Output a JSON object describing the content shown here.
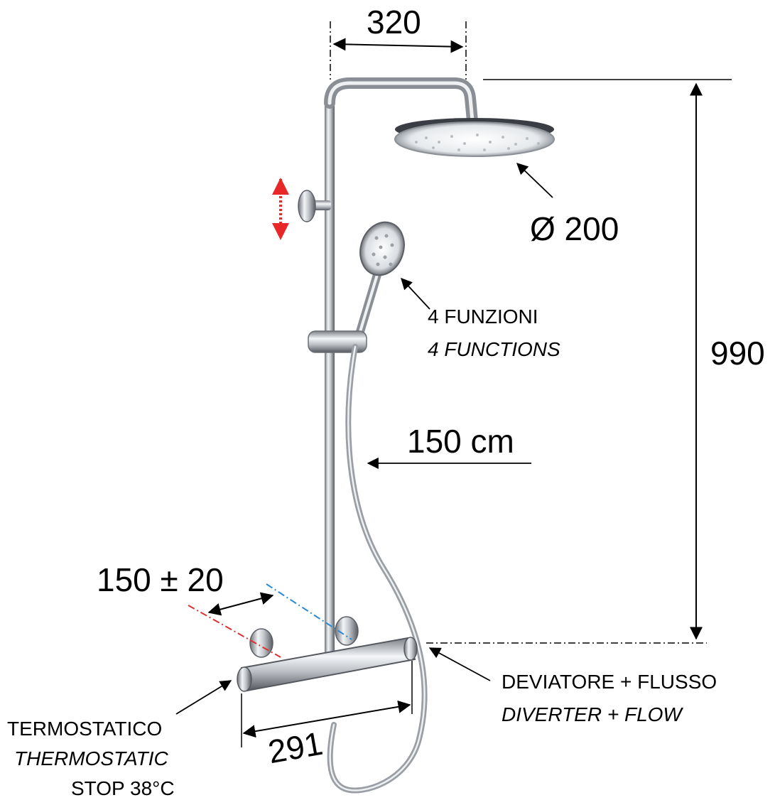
{
  "dimensions": {
    "width_top": "320",
    "height_total": "990",
    "head_diameter": "Ø 200",
    "hose_length": "150 cm",
    "inlet_distance": "150 ± 20",
    "bar_length": "291"
  },
  "callouts": {
    "handshower_it": "4 FUNZIONI",
    "handshower_en": "4 FUNCTIONS",
    "diverter_it": "DEVIATORE + FLUSSO",
    "diverter_en": "DIVERTER + FLOW",
    "thermo_it": "TERMOSTATICO",
    "thermo_en": "THERMOSTATIC",
    "thermo_stop": "STOP 38°C"
  },
  "colors": {
    "dimension_line": "#000000",
    "hot_axis": "#e03030",
    "cold_axis": "#2a8ad4",
    "adjust_arrow": "#e82828",
    "chrome_dark": "#6d7278",
    "chrome_light": "#f2f4f6"
  }
}
